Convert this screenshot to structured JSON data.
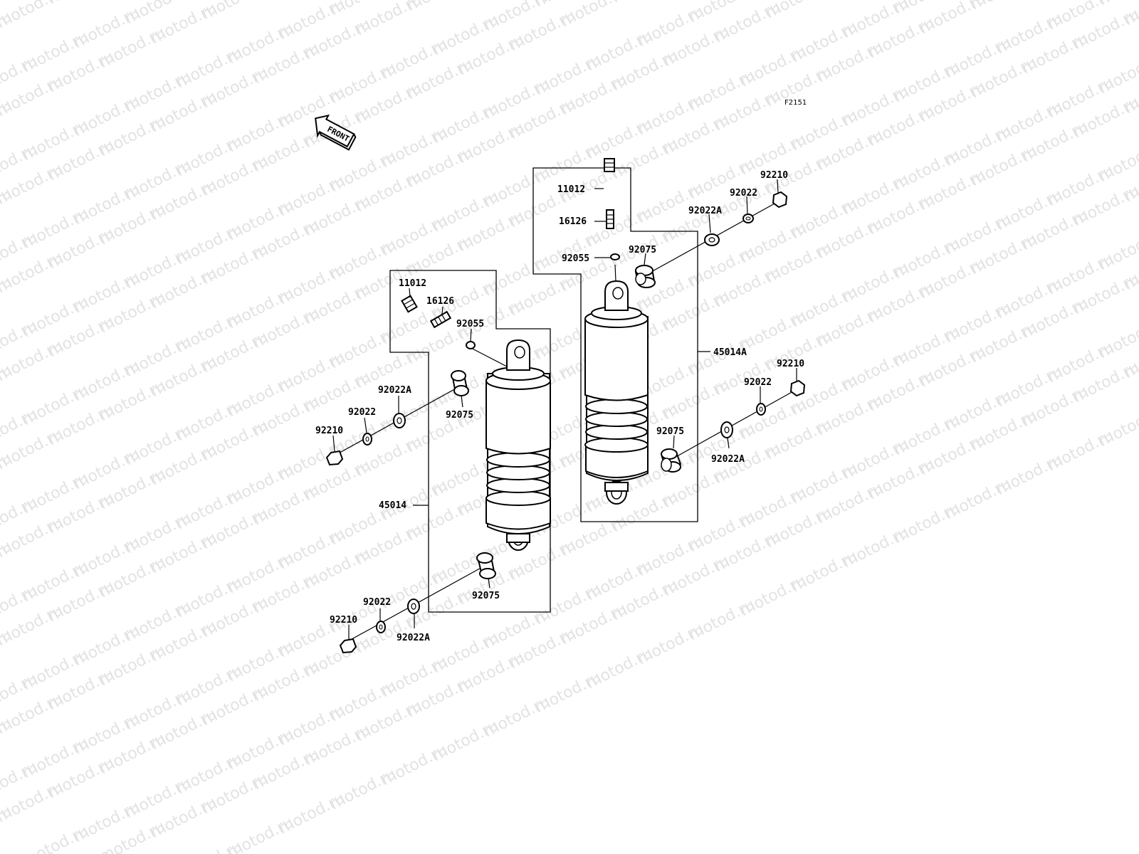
{
  "figure_ref": "F2151",
  "watermark": "motod.ru",
  "front_arrow": {
    "label": "FRONT"
  },
  "assemblies": [
    {
      "id": "left",
      "assembly_label": "45014",
      "callouts": [
        "11012",
        "16126",
        "92055",
        "92022A",
        "92022",
        "92210",
        "92075",
        "92075",
        "92022",
        "92210",
        "92022A"
      ]
    },
    {
      "id": "right",
      "assembly_label": "45014A",
      "callouts": [
        "11012",
        "16126",
        "92055",
        "92075",
        "92022A",
        "92022",
        "92210",
        "92210",
        "92022",
        "92075",
        "92022A"
      ]
    }
  ]
}
